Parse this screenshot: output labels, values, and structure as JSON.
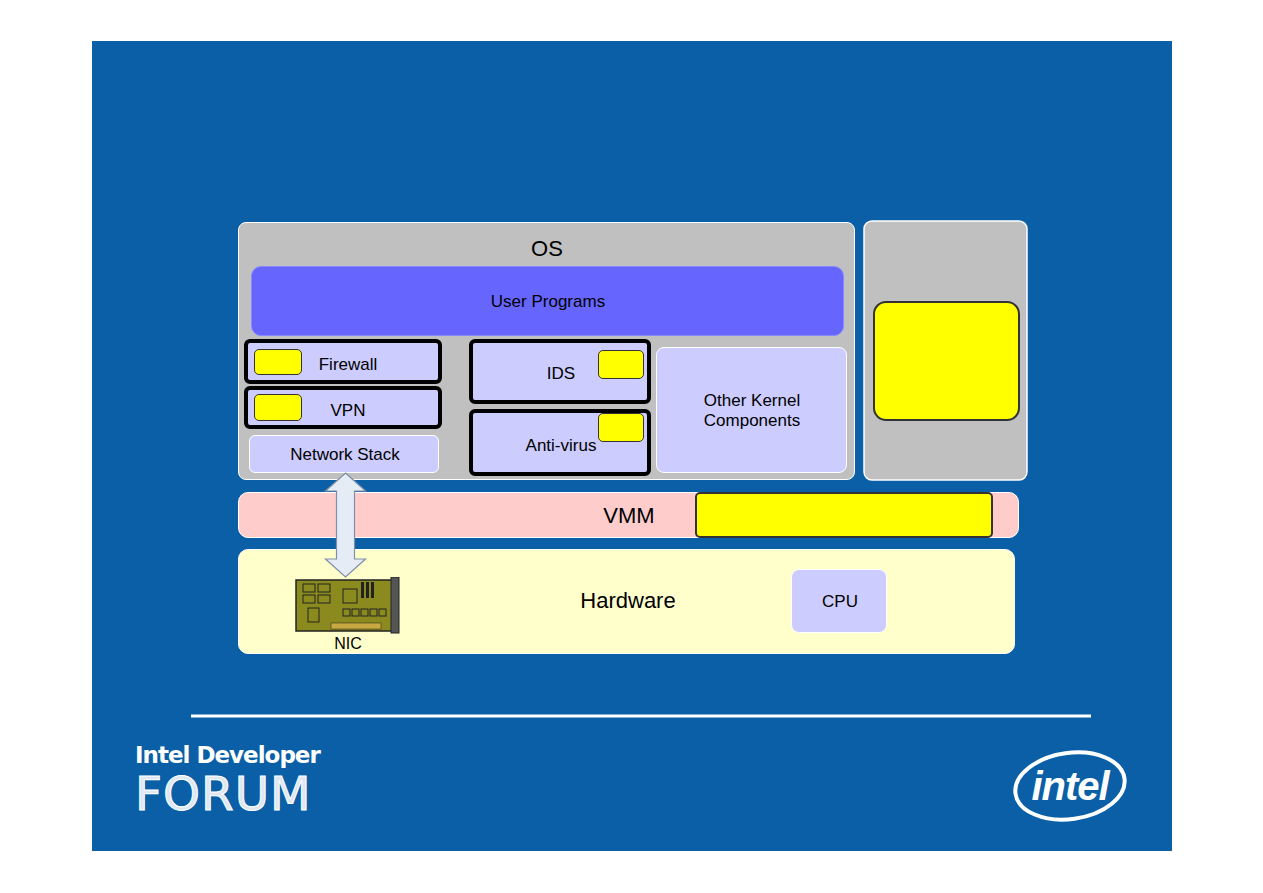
{
  "diagram": {
    "nodes": [
      {
        "text": [
          "OS"
        ]
      },
      {
        "text": [
          "User Programs"
        ],
        "in": 0
      },
      {
        "text": [
          "Firewall"
        ],
        "in": 0
      },
      {
        "text": [
          "VPN"
        ],
        "in": 0
      },
      {
        "text": [
          "Network Stack"
        ],
        "in": 0
      },
      {
        "text": [
          "IDS"
        ],
        "in": 0
      },
      {
        "text": [
          "Anti-virus"
        ],
        "in": 0
      },
      {
        "text": [
          "Other Kernel Components"
        ],
        "in": 0
      },
      {
        "text": [
          "VMM"
        ]
      },
      {
        "text": [
          "Hardware"
        ]
      },
      {
        "text": [
          "CPU"
        ],
        "in": 9
      },
      {
        "text": [
          "NIC"
        ],
        "in": 9
      }
    ],
    "edges": [
      {
        "from": 4,
        "to": 11,
        "arrow": "both"
      }
    ],
    "labels": [
      "Intel Developer",
      "FORUM",
      "intel"
    ]
  }
}
